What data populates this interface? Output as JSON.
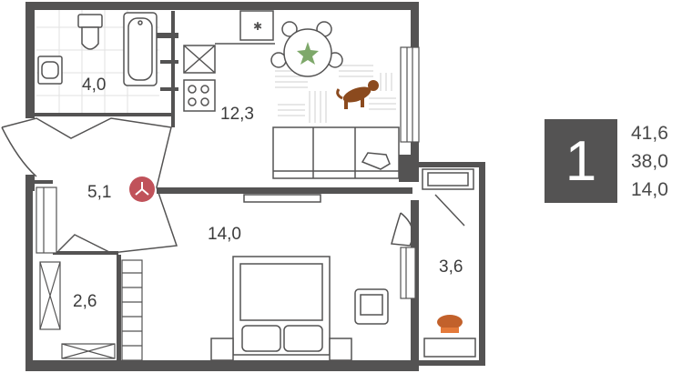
{
  "rooms": {
    "bathroom": {
      "area": "4,0"
    },
    "kitchen": {
      "area": "12,3"
    },
    "hallway": {
      "area": "5,1"
    },
    "bedroom": {
      "area": "14,0"
    },
    "storage": {
      "area": "2,6"
    },
    "balcony": {
      "area": "3,6"
    }
  },
  "summary": {
    "rooms_count": "1",
    "total_area": "41,6",
    "living_area": "38,0",
    "kitchen_area": "14,0"
  },
  "colors": {
    "wall": "#545353",
    "badge": "#545353",
    "text": "#3c3c3c",
    "accent_wood": "#b56a2b",
    "compass": "#c0525a"
  }
}
